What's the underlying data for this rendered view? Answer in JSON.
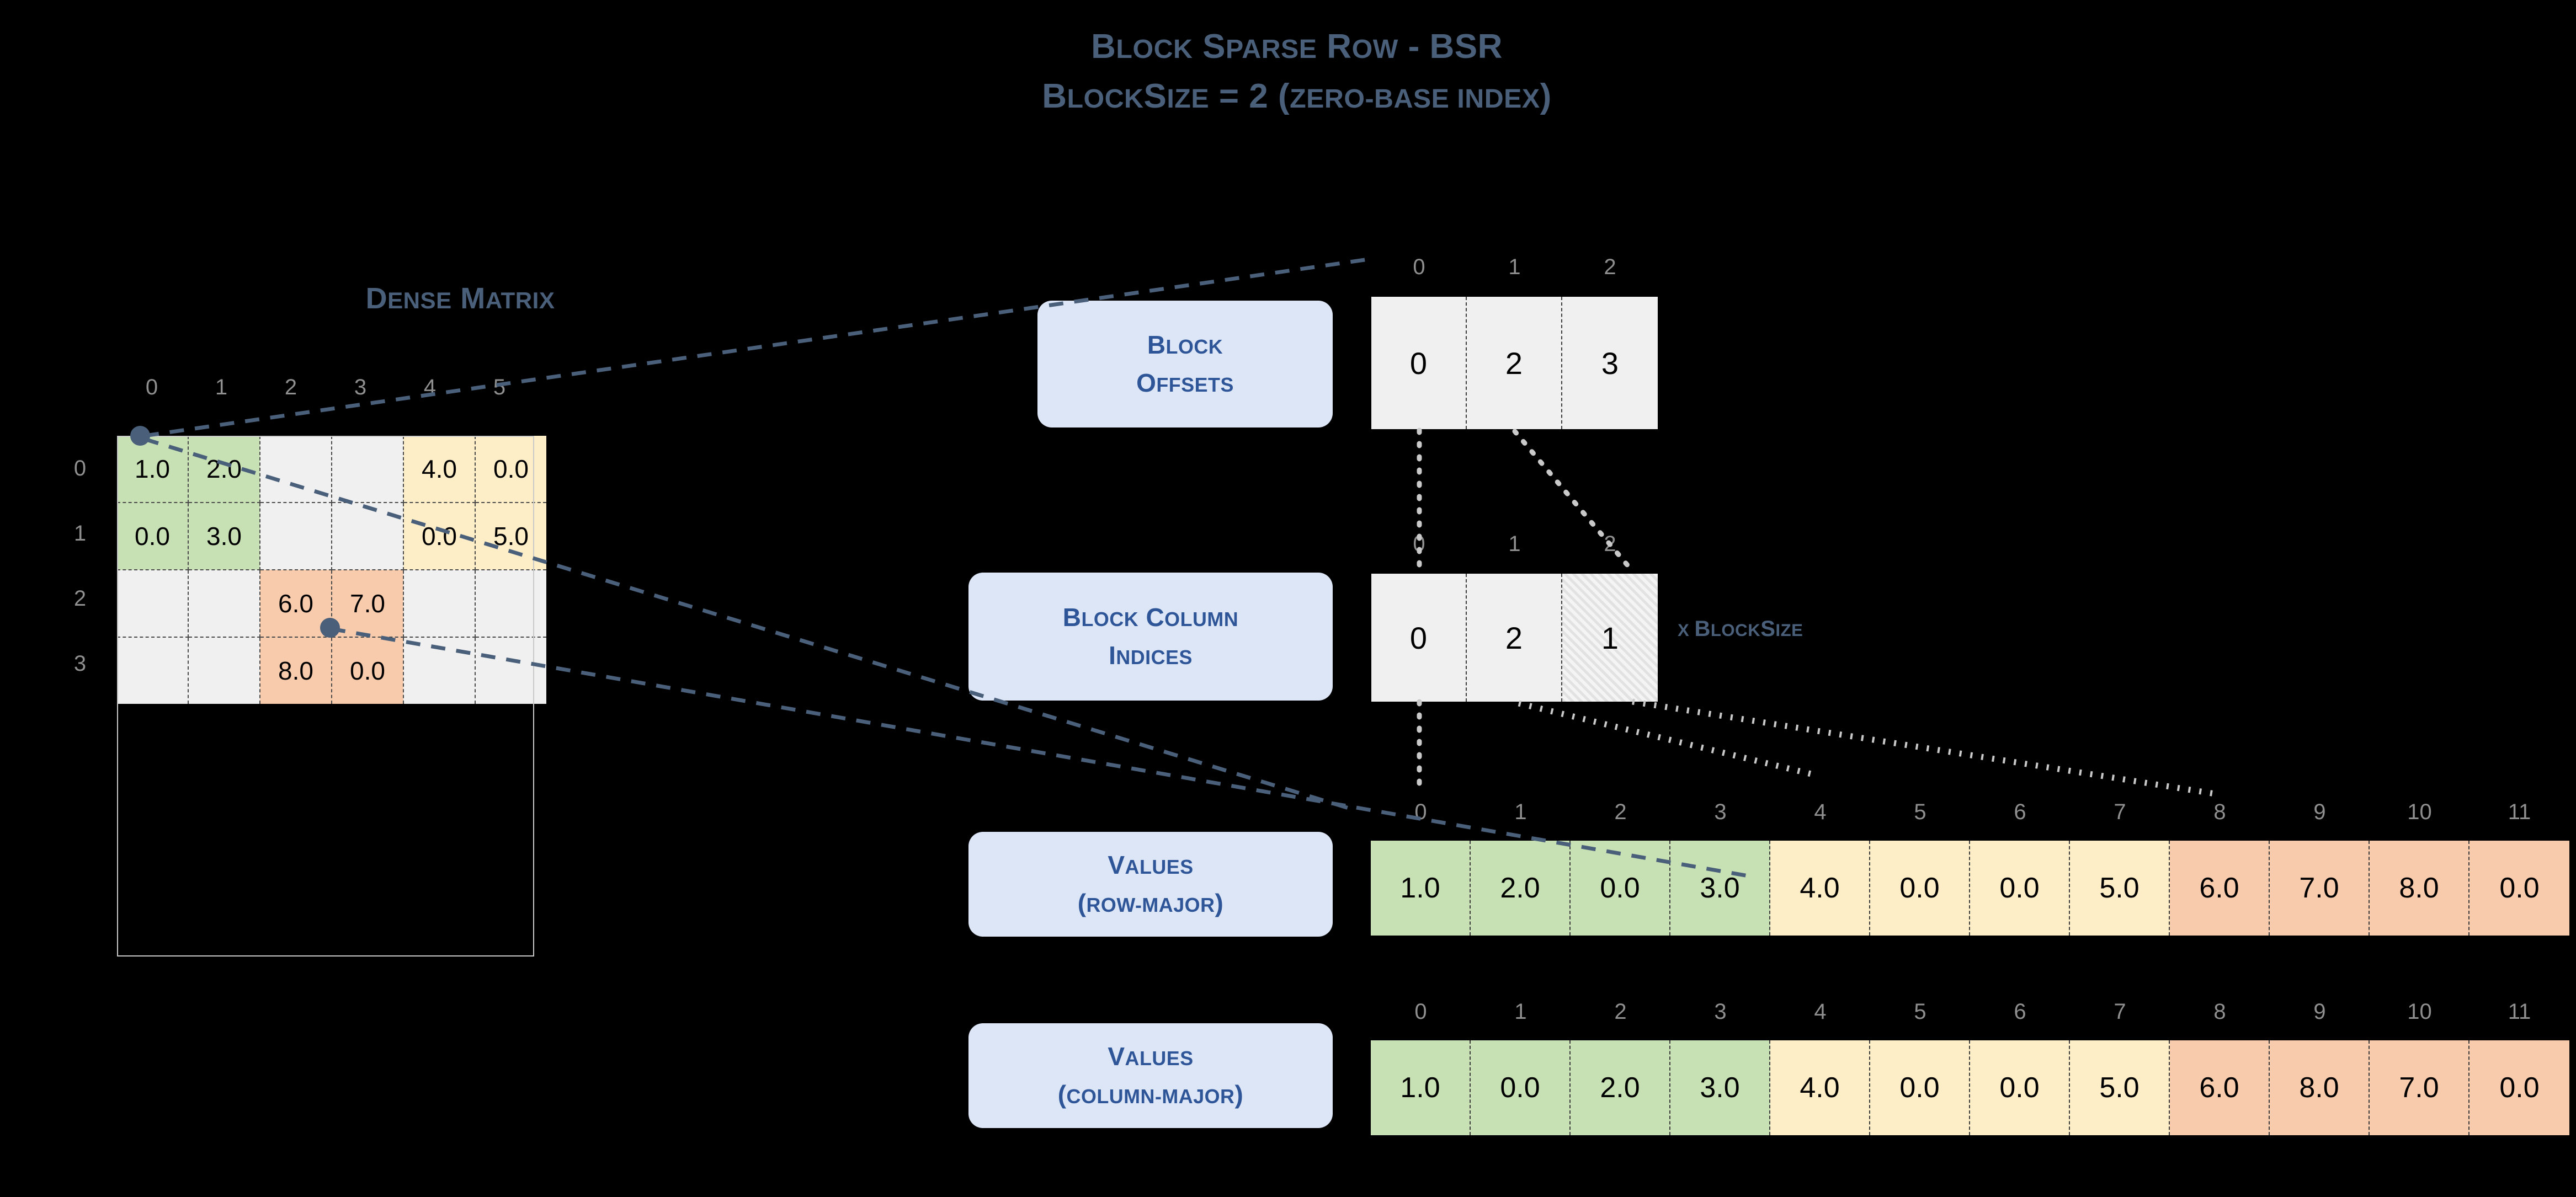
{
  "title": {
    "line1_parts": [
      {
        "t": "B",
        "big": true
      },
      {
        "t": "LOCK",
        "big": false
      },
      {
        "t": " S",
        "big": true
      },
      {
        "t": "PARSE",
        "big": false
      },
      {
        "t": " R",
        "big": true
      },
      {
        "t": "OW",
        "big": false
      },
      {
        "t": " - BSR",
        "big": true
      }
    ],
    "line1_plain": "Block Sparse Row - BSR",
    "line2_plain": "BlockSize = 2 (zero-base index)"
  },
  "dense_matrix": {
    "heading": "Dense Matrix",
    "col_headers": [
      "0",
      "1",
      "2",
      "3",
      "4",
      "5"
    ],
    "row_headers": [
      "0",
      "1",
      "2",
      "3"
    ],
    "rows": [
      [
        {
          "v": "1.0",
          "c": "green"
        },
        {
          "v": "2.0",
          "c": "green"
        },
        {
          "v": "",
          "c": "empty"
        },
        {
          "v": "",
          "c": "empty"
        },
        {
          "v": "4.0",
          "c": "yellow"
        },
        {
          "v": "0.0",
          "c": "yellow"
        }
      ],
      [
        {
          "v": "0.0",
          "c": "green"
        },
        {
          "v": "3.0",
          "c": "green"
        },
        {
          "v": "",
          "c": "empty"
        },
        {
          "v": "",
          "c": "empty"
        },
        {
          "v": "0.0",
          "c": "yellow"
        },
        {
          "v": "5.0",
          "c": "yellow"
        }
      ],
      [
        {
          "v": "",
          "c": "empty"
        },
        {
          "v": "",
          "c": "empty"
        },
        {
          "v": "6.0",
          "c": "orange"
        },
        {
          "v": "7.0",
          "c": "orange"
        },
        {
          "v": "",
          "c": "empty"
        },
        {
          "v": "",
          "c": "empty"
        }
      ],
      [
        {
          "v": "",
          "c": "empty"
        },
        {
          "v": "",
          "c": "empty"
        },
        {
          "v": "8.0",
          "c": "orange"
        },
        {
          "v": "0.0",
          "c": "orange"
        },
        {
          "v": "",
          "c": "empty"
        },
        {
          "v": "",
          "c": "empty"
        }
      ]
    ]
  },
  "block_offsets": {
    "label_line1": "Block",
    "label_line2": "Offsets",
    "indices": [
      "0",
      "1",
      "2"
    ],
    "values": [
      "0",
      "2",
      "3"
    ]
  },
  "block_column_indices": {
    "label_line1": "Block Column",
    "label_line2": "Indices",
    "indices": [
      "0",
      "1",
      "2"
    ],
    "values": [
      "0",
      "2",
      "1"
    ],
    "hatched": [
      false,
      false,
      true
    ],
    "annotation": "x BlockSize"
  },
  "values_row_major": {
    "label_line1": "Values",
    "label_line2": "(row-major)",
    "indices": [
      "0",
      "1",
      "2",
      "3",
      "4",
      "5",
      "6",
      "7",
      "8",
      "9",
      "10",
      "11"
    ],
    "values": [
      "1.0",
      "2.0",
      "0.0",
      "3.0",
      "4.0",
      "0.0",
      "0.0",
      "5.0",
      "6.0",
      "7.0",
      "8.0",
      "0.0"
    ],
    "colors": [
      "green",
      "green",
      "green",
      "green",
      "yellow",
      "yellow",
      "yellow",
      "yellow",
      "orange",
      "orange",
      "orange",
      "orange"
    ]
  },
  "values_column_major": {
    "label_line1": "Values",
    "label_line2": "(column-major)",
    "indices": [
      "0",
      "1",
      "2",
      "3",
      "4",
      "5",
      "6",
      "7",
      "8",
      "9",
      "10",
      "11"
    ],
    "values": [
      "1.0",
      "0.0",
      "2.0",
      "3.0",
      "4.0",
      "0.0",
      "0.0",
      "5.0",
      "6.0",
      "8.0",
      "7.0",
      "0.0"
    ],
    "colors": [
      "green",
      "green",
      "green",
      "green",
      "yellow",
      "yellow",
      "yellow",
      "yellow",
      "orange",
      "orange",
      "orange",
      "orange"
    ]
  },
  "palette": {
    "green": "#c7e0b4",
    "yellow": "#fdeec8",
    "orange": "#f8cbad",
    "empty": "#f0f0f0",
    "heading": "#4a5f7a",
    "label_box": "#dce6f7",
    "label_text": "#2e5597",
    "background": "#000000"
  }
}
